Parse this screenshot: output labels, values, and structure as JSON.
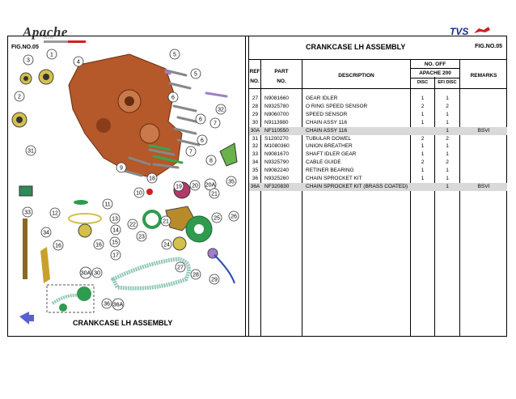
{
  "brand": {
    "left_logo": "Apache",
    "left_sub": "RTR",
    "right_logo": "TVS"
  },
  "figure": {
    "fig_no_left": "FIG.NO.05",
    "fig_no_right": "FIG.NO.05",
    "title": "CRANKCASE LH ASSEMBLY",
    "bottom_title": "CRANKCASE LH ASSEMBLY"
  },
  "table_header": {
    "ref": "REF",
    "no": "NO.",
    "part": "PART",
    "part_no": "NO.",
    "description": "DESCRIPTION",
    "no_off": "NO. OFF",
    "model": "APACHE 200",
    "disc": "DISC",
    "efi_disc": "EFI DISC",
    "remarks": "REMARKS"
  },
  "rows": [
    {
      "ref": "27",
      "part": "N9081660",
      "desc": "GEAR IDLER",
      "disc": "1",
      "efi": "1",
      "remarks": "",
      "hl": false
    },
    {
      "ref": "28",
      "part": "N9325780",
      "desc": "O RING SPEED SENSOR",
      "disc": "2",
      "efi": "2",
      "remarks": "",
      "hl": false
    },
    {
      "ref": "29",
      "part": "N9060700",
      "desc": "SPEED SENSOR",
      "disc": "1",
      "efi": "1",
      "remarks": "",
      "hl": false
    },
    {
      "ref": "30",
      "part": "N9113980",
      "desc": "CHAIN ASSY 116",
      "disc": "1",
      "efi": "1",
      "remarks": "",
      "hl": false
    },
    {
      "ref": "30A",
      "part": "NF110550",
      "desc": "CHAIN ASSY 116",
      "disc": "",
      "efi": "1",
      "remarks": "BSVI",
      "hl": true
    },
    {
      "ref": "31",
      "part": "S1200270",
      "desc": "TUBULAR DOWEL",
      "disc": "2",
      "efi": "2",
      "remarks": "",
      "hl": false
    },
    {
      "ref": "32",
      "part": "M1080360",
      "desc": "UNION BREATHER",
      "disc": "1",
      "efi": "1",
      "remarks": "",
      "hl": false
    },
    {
      "ref": "33",
      "part": "N9081670",
      "desc": "SHAFT IDLER GEAR",
      "disc": "1",
      "efi": "1",
      "remarks": "",
      "hl": false
    },
    {
      "ref": "34",
      "part": "N9325790",
      "desc": "CABLE GUIDE",
      "disc": "2",
      "efi": "2",
      "remarks": "",
      "hl": false
    },
    {
      "ref": "35",
      "part": "N9082240",
      "desc": "RETINER BEARING",
      "disc": "1",
      "efi": "1",
      "remarks": "",
      "hl": false
    },
    {
      "ref": "36",
      "part": "N9325260",
      "desc": "CHAIN SPROCKET KIT",
      "disc": "1",
      "efi": "1",
      "remarks": "",
      "hl": false
    },
    {
      "ref": "36A",
      "part": "NF320830",
      "desc": "CHAIN SPROCKET KIT  (BRASS COATED)",
      "disc": "",
      "efi": "1",
      "remarks": "BSVI",
      "hl": true
    }
  ],
  "callouts": [
    "1",
    "2",
    "3",
    "4",
    "5",
    "5",
    "6",
    "6",
    "6",
    "7",
    "7",
    "8",
    "9",
    "10",
    "11",
    "12",
    "13",
    "14",
    "15",
    "16",
    "16",
    "17",
    "18",
    "19",
    "20",
    "20A",
    "21",
    "21",
    "22",
    "23",
    "24",
    "25",
    "26",
    "27",
    "28",
    "29",
    "30A",
    "30",
    "31",
    "32",
    "33",
    "34",
    "35",
    "36",
    "36A"
  ],
  "colors": {
    "crankcase": "#b5582a",
    "sprocket": "#2e9b4f",
    "chain": "#8fc7b8",
    "highlight": "#d9d9d9",
    "tvs_blue": "#1a2a8a",
    "tvs_red": "#d0201f"
  },
  "icons": [
    "back-arrow-icon"
  ]
}
